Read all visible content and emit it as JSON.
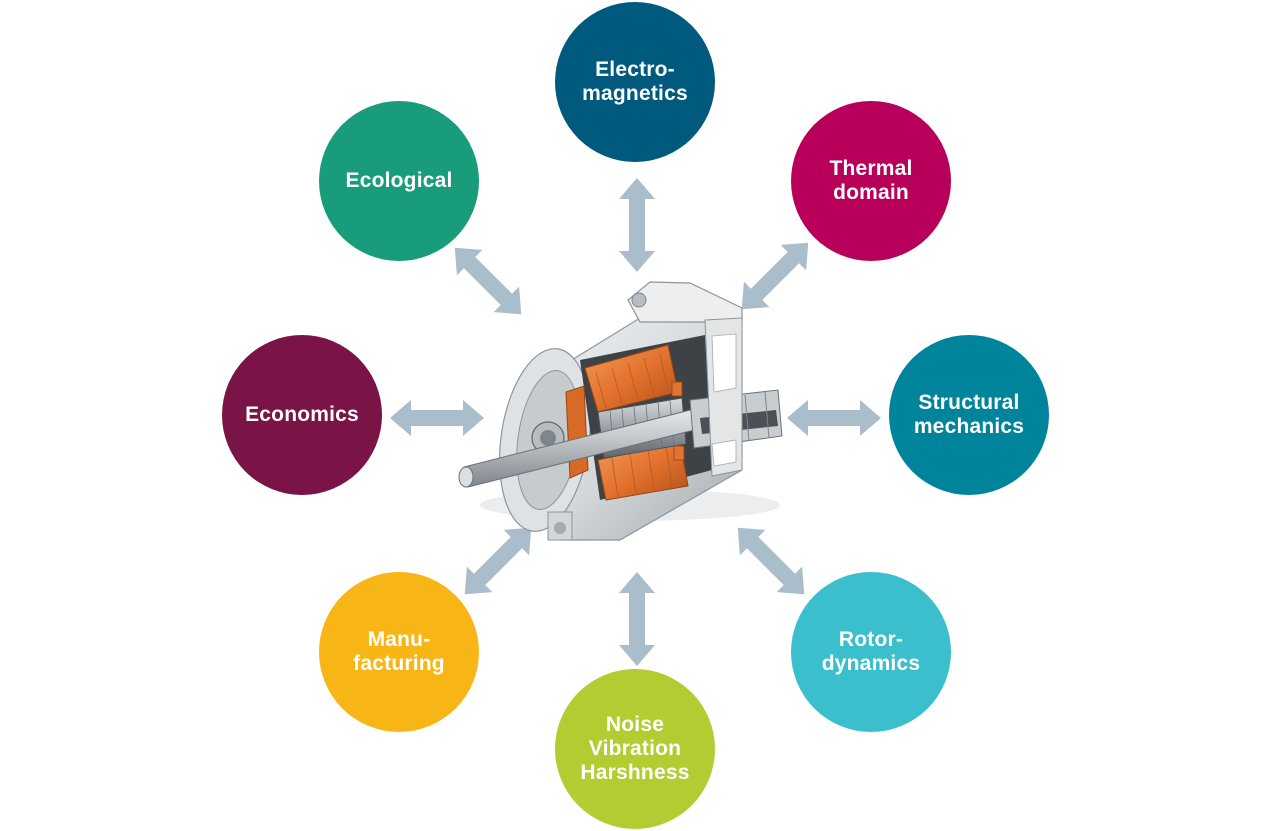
{
  "colors": {
    "arrow": "#a9bdcb",
    "electromagnetics": "#005a7e",
    "thermal": "#b8005a",
    "structural": "#00849b",
    "rotordynamics": "#3bbfcc",
    "nvh": "#b2cd32",
    "manufacturing": "#f7b615",
    "economics": "#7a1446",
    "ecological": "#199c7b",
    "copper": "#e2722e",
    "housing": "#d6d9dc",
    "steel": "#9aa0a6"
  },
  "center_icon": "electric-motor-cutaway",
  "domains": {
    "electromagnetics": {
      "label": "Electro-\nmagnetics"
    },
    "thermal": {
      "label": "Thermal\ndomain"
    },
    "structural": {
      "label": "Structural\nmechanics"
    },
    "rotordynamics": {
      "label": "Rotor-\ndynamics"
    },
    "nvh": {
      "label": "Noise\nVibration\nHarshness"
    },
    "manufacturing": {
      "label": "Manu-\nfacturing"
    },
    "economics": {
      "label": "Economics"
    },
    "ecological": {
      "label": "Ecological"
    }
  }
}
